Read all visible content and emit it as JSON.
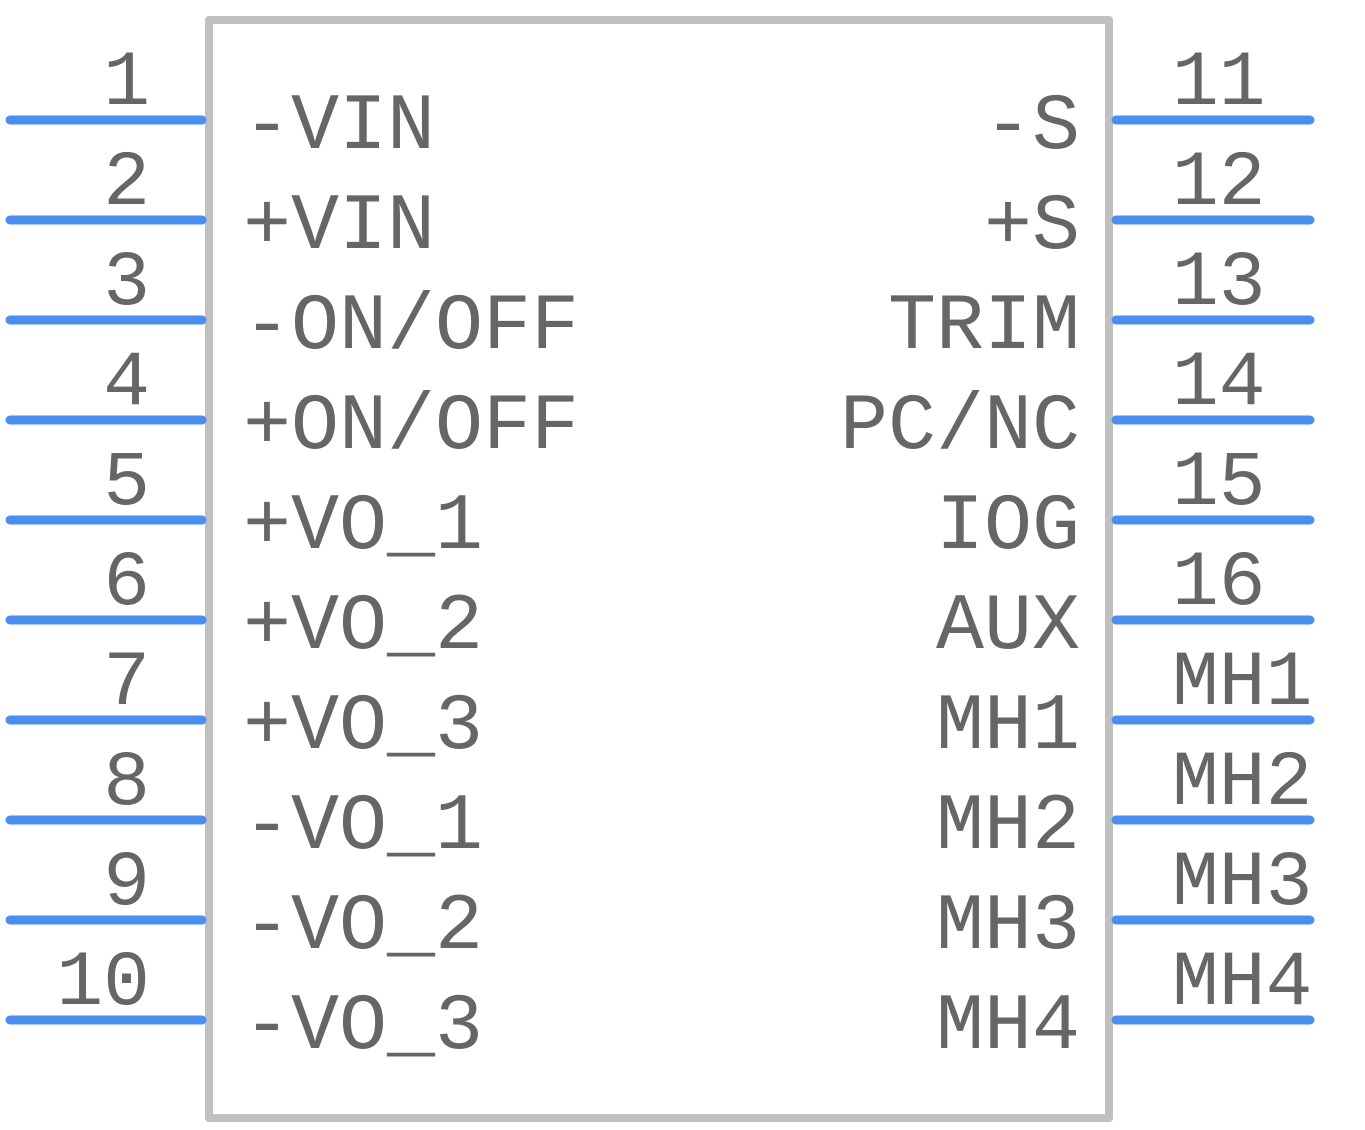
{
  "colors": {
    "pin_line": "#4a8ff0",
    "body_outline": "#c0c0c0",
    "text": "#666666",
    "background": "#ffffff"
  },
  "left_pins": [
    {
      "number": "1",
      "name": "-VIN"
    },
    {
      "number": "2",
      "name": "+VIN"
    },
    {
      "number": "3",
      "name": "-ON/OFF"
    },
    {
      "number": "4",
      "name": "+ON/OFF"
    },
    {
      "number": "5",
      "name": "+VO_1"
    },
    {
      "number": "6",
      "name": "+VO_2"
    },
    {
      "number": "7",
      "name": "+VO_3"
    },
    {
      "number": "8",
      "name": "-VO_1"
    },
    {
      "number": "9",
      "name": "-VO_2"
    },
    {
      "number": "10",
      "name": "-VO_3"
    }
  ],
  "right_pins": [
    {
      "number": "11",
      "name": "-S"
    },
    {
      "number": "12",
      "name": "+S"
    },
    {
      "number": "13",
      "name": "TRIM"
    },
    {
      "number": "14",
      "name": "PC/NC"
    },
    {
      "number": "15",
      "name": "IOG"
    },
    {
      "number": "16",
      "name": "AUX"
    },
    {
      "number": "MH1",
      "name": "MH1"
    },
    {
      "number": "MH2",
      "name": "MH2"
    },
    {
      "number": "MH3",
      "name": "MH3"
    },
    {
      "number": "MH4",
      "name": "MH4"
    }
  ]
}
